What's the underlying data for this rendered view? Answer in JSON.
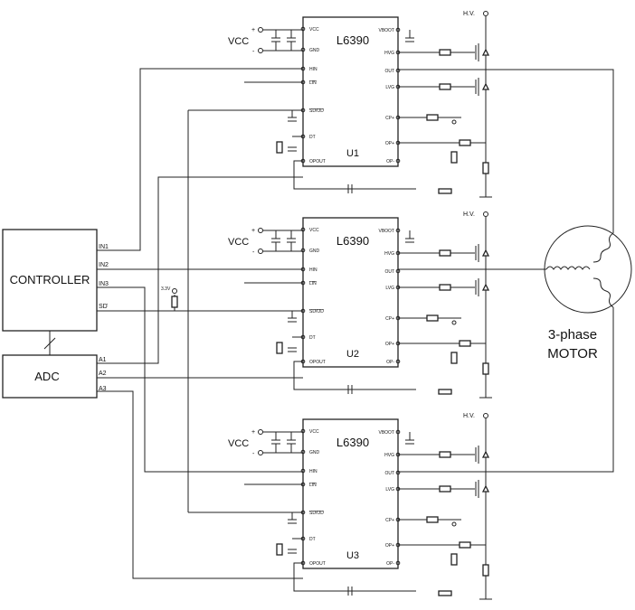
{
  "controller": {
    "label": "CONTROLLER",
    "pins": [
      "IN1",
      "IN2",
      "IN3",
      "SD"
    ]
  },
  "adc": {
    "label": "ADC",
    "pins": [
      "A1",
      "A2",
      "A3"
    ]
  },
  "pullup_label": "3.3V",
  "supply_label": "VCC",
  "hv_label": "H.V.",
  "plus_sign": "+",
  "minus_sign": "-",
  "chips": [
    {
      "part": "L6390",
      "ref": "U1"
    },
    {
      "part": "L6390",
      "ref": "U2"
    },
    {
      "part": "L6390",
      "ref": "U3"
    }
  ],
  "chip_pins_left": [
    "VCC",
    "GND",
    "HIN",
    "LIN",
    "SD/OD",
    "DT",
    "OPOUT"
  ],
  "chip_pins_right": [
    "VBOOT",
    "HVG",
    "OUT",
    "LVG",
    "CP+",
    "OP+",
    "OP-"
  ],
  "motor": {
    "line1": "3-phase",
    "line2": "MOTOR"
  }
}
